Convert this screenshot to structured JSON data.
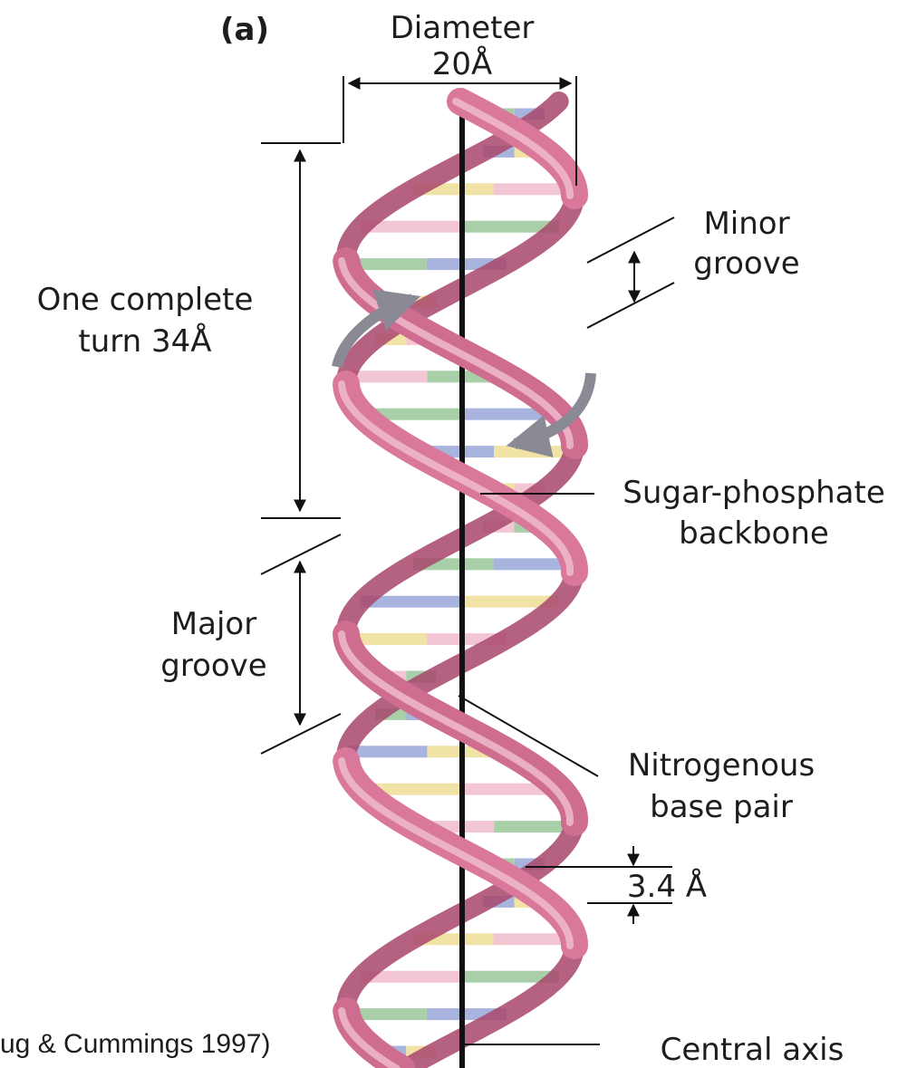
{
  "panel_label": "(a)",
  "labels": {
    "diameter_line1": "Diameter",
    "diameter_line2": "20Å",
    "minor_groove_line1": "Minor",
    "minor_groove_line2": "groove",
    "complete_turn_line1": "One complete",
    "complete_turn_line2": "turn 34Å",
    "backbone_line1": "Sugar-phosphate",
    "backbone_line2": "backbone",
    "major_groove_line1": "Major",
    "major_groove_line2": "groove",
    "base_pair_line1": "Nitrogenous",
    "base_pair_line2": "base pair",
    "rise": "3.4 Å",
    "central_axis": "Central axis",
    "credit": "ug & Cummings 1997)"
  },
  "colors": {
    "strand": "#d9789a",
    "strand_light": "#f0bfd0",
    "strand_dark": "#a8466c",
    "base_green": "#a9cfa8",
    "base_blue": "#a9b4de",
    "base_yellow": "#f1e2a6",
    "base_pink": "#f3c6d3",
    "arrow": "#8a8a94",
    "axis": "#111111"
  }
}
